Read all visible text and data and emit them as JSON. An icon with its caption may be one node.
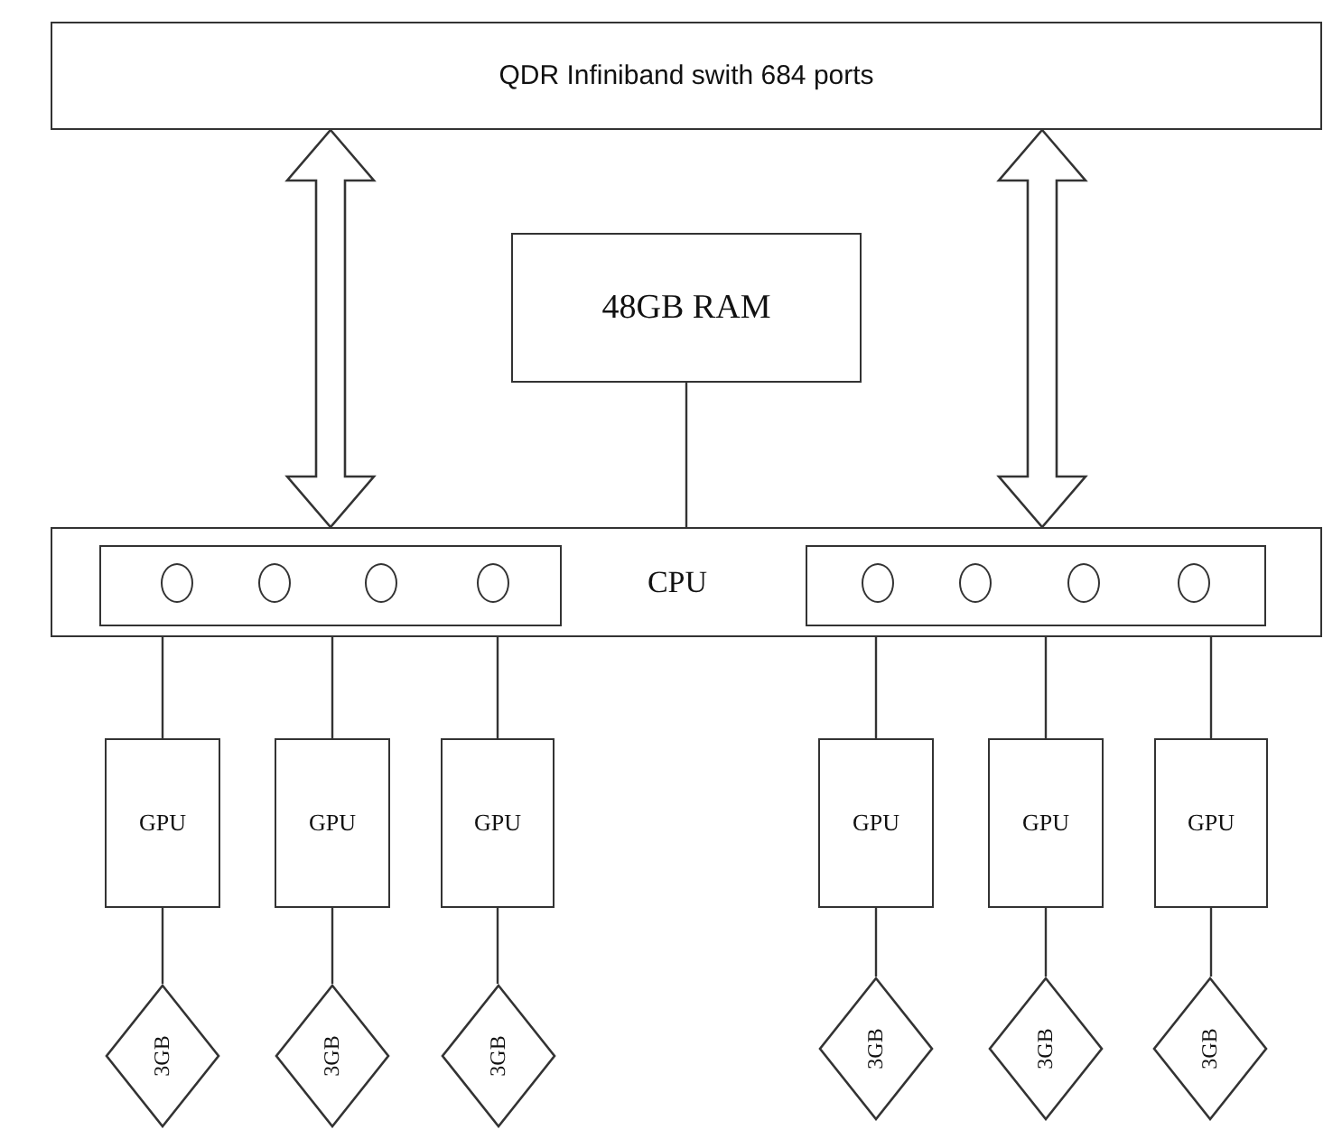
{
  "diagram": {
    "nodes": [
      {
        "text": [
          "QDR Infiniband swith 684 ports"
        ]
      },
      {
        "text": [
          "48GB RAM"
        ]
      },
      {
        "text": [
          "CPU"
        ]
      },
      {
        "text": [],
        "shape": "box",
        "in": 2
      },
      {
        "text": [],
        "shape": "box",
        "in": 2
      },
      {
        "text": [
          "GPU"
        ]
      },
      {
        "text": [
          "GPU"
        ]
      },
      {
        "text": [
          "GPU"
        ]
      },
      {
        "text": [
          "GPU"
        ]
      },
      {
        "text": [
          "GPU"
        ]
      },
      {
        "text": [
          "GPU"
        ]
      },
      {
        "text": [
          "3GB"
        ]
      },
      {
        "text": [
          "3GB"
        ]
      },
      {
        "text": [
          "3GB"
        ]
      },
      {
        "text": [
          "3GB"
        ]
      },
      {
        "text": [
          "3GB"
        ]
      },
      {
        "text": [
          "3GB"
        ]
      }
    ],
    "edges": [
      {
        "from": 0,
        "to": 2,
        "arrow": "both",
        "style": "thick"
      },
      {
        "from": 0,
        "to": 2,
        "arrow": "both",
        "style": "thick"
      },
      {
        "from": 1,
        "to": 2,
        "arrow": "none"
      },
      {
        "from": 2,
        "to": 5,
        "arrow": "none"
      },
      {
        "from": 2,
        "to": 6,
        "arrow": "none"
      },
      {
        "from": 2,
        "to": 7,
        "arrow": "none"
      },
      {
        "from": 2,
        "to": 8,
        "arrow": "none"
      },
      {
        "from": 2,
        "to": 9,
        "arrow": "none"
      },
      {
        "from": 2,
        "to": 10,
        "arrow": "none"
      },
      {
        "from": 5,
        "to": 11,
        "arrow": "none"
      },
      {
        "from": 6,
        "to": 12,
        "arrow": "none"
      },
      {
        "from": 7,
        "to": 13,
        "arrow": "none"
      },
      {
        "from": 8,
        "to": 14,
        "arrow": "none"
      },
      {
        "from": 9,
        "to": 15,
        "arrow": "none"
      },
      {
        "from": 10,
        "to": 16,
        "arrow": "none"
      }
    ]
  }
}
